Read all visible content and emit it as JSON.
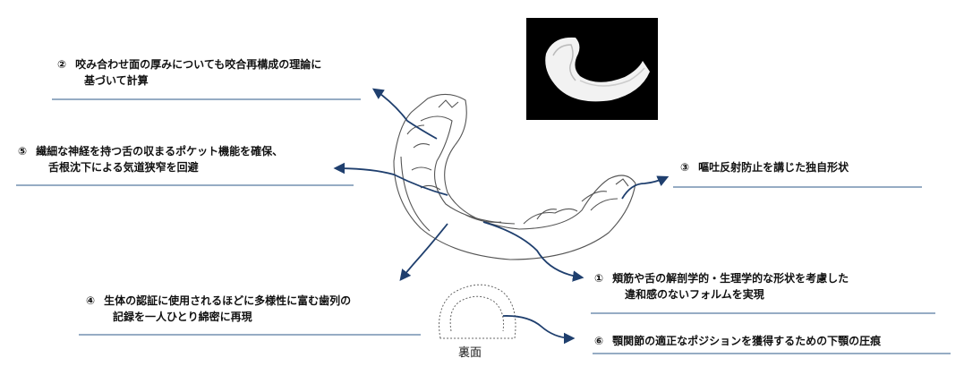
{
  "callouts": {
    "c1": {
      "num": "①",
      "line1": "頬筋や舌の解剖学的・生理学的な形状を考慮した",
      "line2": "違和感のないフォルムを実現"
    },
    "c2": {
      "num": "②",
      "line1": "咬み合わせ面の厚みについても咬合再構成の理論に",
      "line2": "基づいて計算"
    },
    "c3": {
      "num": "③",
      "line1": "嘔吐反射防止を講じた独自形状"
    },
    "c4": {
      "num": "④",
      "line1": "生体の認証に使用されるほどに多様性に富む歯列の",
      "line2": "記録を一人ひとり綿密に再現"
    },
    "c5": {
      "num": "⑤",
      "line1": "繊細な神経を持つ舌の収まるポケット機能を確保、",
      "line2": "舌根沈下による気道狭窄を回避"
    },
    "c6": {
      "num": "⑥",
      "line1": "顎関節の適正なポジションを獲得するための下顎の圧痕"
    }
  },
  "caption": "裏面",
  "colors": {
    "arrow": "#1f3f6e",
    "rule": "#2e5a8a",
    "photo_bg": "#000000"
  },
  "icons": [
    "mouthpiece-drawing",
    "mouthpiece-photo",
    "underside-outline"
  ]
}
